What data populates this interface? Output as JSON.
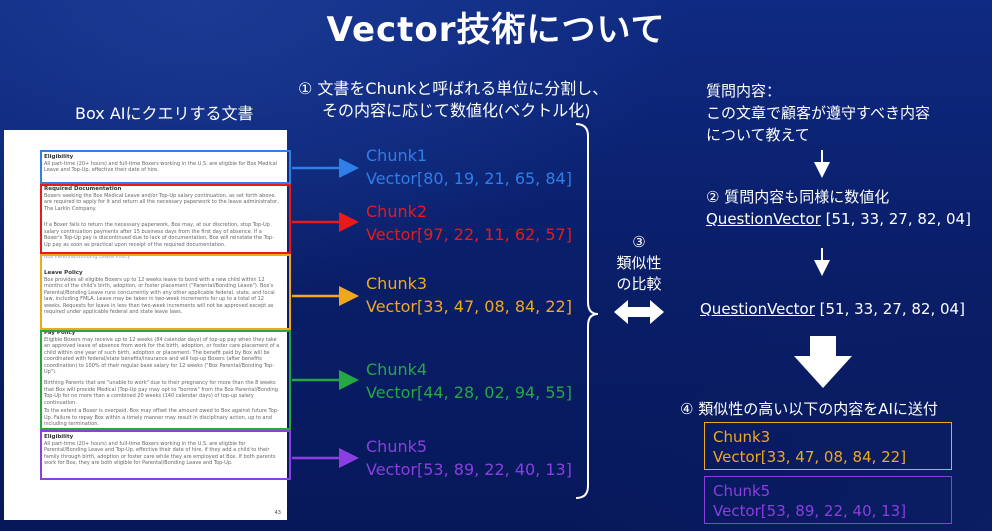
{
  "title": "Vector技術について",
  "doc_heading": "Box AIにクエリする文書",
  "step1": [
    "① 文書をChunkと呼ばれる単位に分割し、",
    "その内容に応じて数値化(ベクトル化)"
  ],
  "question": [
    "質問内容：",
    "この文章で顧客が遵守すべき内容",
    "について教えて"
  ],
  "step2": {
    "label": "② 質問内容も同様に数値化",
    "vector_name": "QuestionVector",
    "vector_values": " [51, 33, 27, 82, 04]"
  },
  "query_vector": {
    "name": "QuestionVector",
    "values": " [51, 33, 27, 82, 04]"
  },
  "step3": [
    "③",
    "類似性",
    "の比較"
  ],
  "step4": "④ 類似性の高い以下の内容をAIに送付",
  "chunks": [
    {
      "name": "Chunk1",
      "vector": "Vector[80, 19, 21, 65, 84]",
      "color": "#2f7fe8"
    },
    {
      "name": "Chunk2",
      "vector": "Vector[97, 22, 11, 62, 57]",
      "color": "#e81a1a"
    },
    {
      "name": "Chunk3",
      "vector": "Vector[33, 47, 08, 84, 22]",
      "color": "#f0a81e"
    },
    {
      "name": "Chunk4",
      "vector": "Vector[44, 28, 02, 94, 55]",
      "color": "#25a843"
    },
    {
      "name": "Chunk5",
      "vector": "Vector[53, 89, 22, 40, 13]",
      "color": "#8c3fe0"
    }
  ],
  "results": [
    {
      "name": "Chunk3",
      "vector": "Vector[33, 47, 08, 84, 22]",
      "color": "#f0a81e"
    },
    {
      "name": "Chunk5",
      "vector": "Vector[53, 89, 22, 40, 13]",
      "color": "#8c3fe0"
    }
  ],
  "document": {
    "sections": [
      {
        "heading": "Eligibility",
        "text": "All part-time (20+ hours) and full-time Boxers working in the U.S. are eligible for Box Medical Leave and Top-Up, effective their date of hire."
      },
      {
        "heading": "Required Documentation",
        "text": "Boxers seeking the Box Medical Leave and/or Top-Up salary continuation, as set forth above, are required to apply for it and return all the necessary paperwork to the leave administrator, The Larkin Company."
      },
      {
        "heading": "",
        "text": "If a Boxer fails to return the necessary paperwork, Box may, at our discretion, stop Top-Up salary continuation payments after 15 business days from the first day of absence. If a Boxer's Top-Up pay is discontinued due to lack of documentation, Box will reinstate the Top-Up pay as soon as practical upon receipt of the required documentation."
      },
      {
        "heading": "",
        "text": "Box Parental/Bonding Leave Policy"
      },
      {
        "heading": "Leave Policy",
        "text": "Box provides all eligible Boxers up to 12 weeks leave to bond with a new child within 12 months of the child's birth, adoption, or foster placement (\"Parental/Bonding Leave\"). Box's Parental/Bonding Leave runs concurrently with any other applicable federal, state, and local law, including FMLA. Leave may be taken in two-week increments for up to a total of 12 weeks. Requests for leave in less than two-week increments will not be approved except as required under applicable federal and state leave laws."
      },
      {
        "heading": "Pay Policy",
        "text": "Eligible Boxers may receive up to 12 weeks (84 calendar days) of top-up pay when they take an approved leave of absence from work for the birth, adoption, or foster care placement of a child within one year of such birth, adoption or placement. The benefit paid by Box will be coordinated with federal/state benefits/insurance and will top-up Boxers (after benefits coordination) to 100% of their regular base salary for 12 weeks (\"Box Parental/Bonding Top-Up\")."
      },
      {
        "heading": "",
        "text": "Birthing Parents that are \"unable to work\" due to their pregnancy for more than the 8 weeks that Box will provide Medical (Top-Up pay may opt to \"borrow\" from the Box Parental/Bonding Top-Up for no more than a combined 20 weeks (140 calendar days) of top-up salary continuation."
      },
      {
        "heading": "",
        "text": "To the extent a Boxer is overpaid, Box may offset the amount owed to Box against future Top-Up. Failure to repay Box within a timely manner may result in disciplinary action, up to and including termination."
      },
      {
        "heading": "Eligibility",
        "text": "All part-time (20+ hours) and full-time Boxers working in the U.S. are eligible for Parental/Bonding Leave and Top-Up, effective their date of hire, if they add a child to their family through birth, adoption or foster care while they are employed at Box. If both parents work for Box, they are both eligible for Parental/Bonding Leave and Top-Up."
      }
    ],
    "page_number": "43"
  }
}
